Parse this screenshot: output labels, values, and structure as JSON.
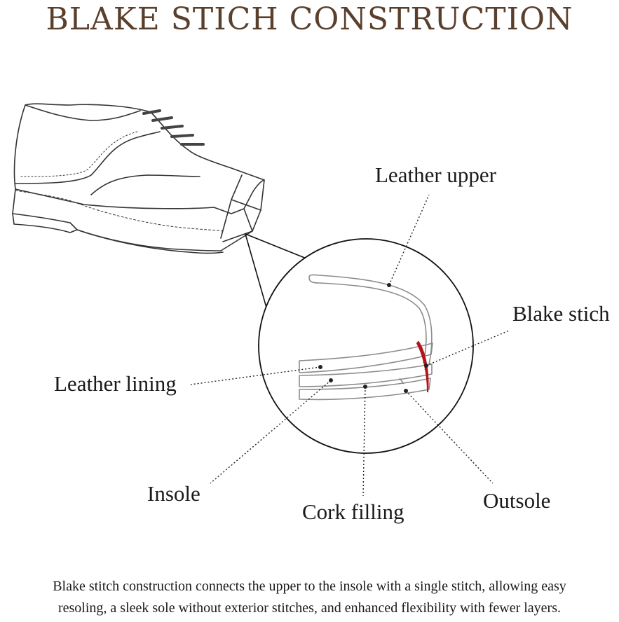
{
  "title": "BLAKE STICH CONSTRUCTION",
  "labels": {
    "leather_upper": "Leather upper",
    "blake_stich": "Blake stich",
    "leather_lining": "Leather lining",
    "insole": "Insole",
    "cork_filling": "Cork filling",
    "outsole": "Outsole"
  },
  "caption": {
    "line1": "Blake stitch construction connects the upper to the insole with a single stitch, allowing easy",
    "line2": "resoling, a sleek sole without exterior stitches, and enhanced flexibility with fewer layers."
  },
  "colors": {
    "title": "#5a3f2c",
    "stitch": "#b3151d",
    "outline": "#333333",
    "layer_outline": "#8c8c8c"
  }
}
